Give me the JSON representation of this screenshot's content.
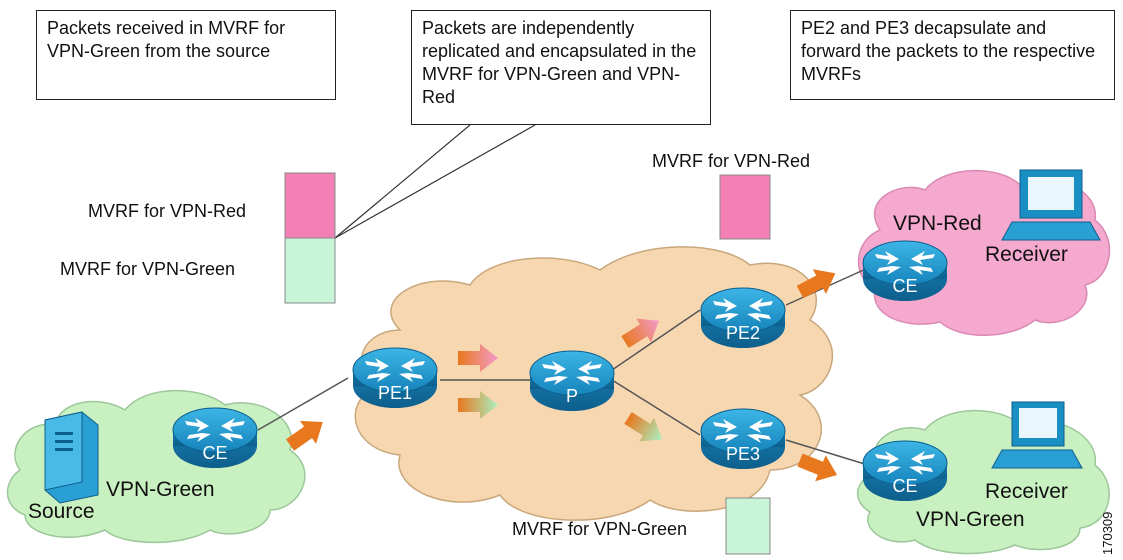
{
  "callouts": {
    "received": "Packets received in MVRF for VPN-Green from the source",
    "replicated": "Packets are independently replicated and encapsulated in the MVRF for VPN-Green and VPN-Red",
    "decap": "PE2 and PE3 decapsulate and forward the packets to the respective MVRFs"
  },
  "labels": {
    "mvrf_red_left": "MVRF for VPN-Red",
    "mvrf_green_left": "MVRF for VPN-Green",
    "mvrf_red_top": "MVRF for VPN-Red",
    "mvrf_green_bottom": "MVRF for VPN-Green"
  },
  "nodes": {
    "pe1": "PE1",
    "p": "P",
    "pe2": "PE2",
    "pe3": "PE3",
    "ce_source": "CE",
    "ce_red": "CE",
    "ce_green": "CE"
  },
  "clouds": {
    "vpn_green_source": "VPN-Green",
    "source": "Source",
    "vpn_red": "VPN-Red",
    "receiver_red": "Receiver",
    "receiver_green": "Receiver",
    "vpn_green_receiver": "VPN-Green"
  },
  "figure_id": "170309",
  "colors": {
    "core_cloud": "#f7d7b0",
    "green_cloud": "#c9f0c0",
    "red_cloud": "#f6a9cf",
    "router": "#1a8fc4",
    "arrow": "#e8781e",
    "mvrf_red": "#f37fb5",
    "mvrf_green": "#c8f4d8"
  }
}
